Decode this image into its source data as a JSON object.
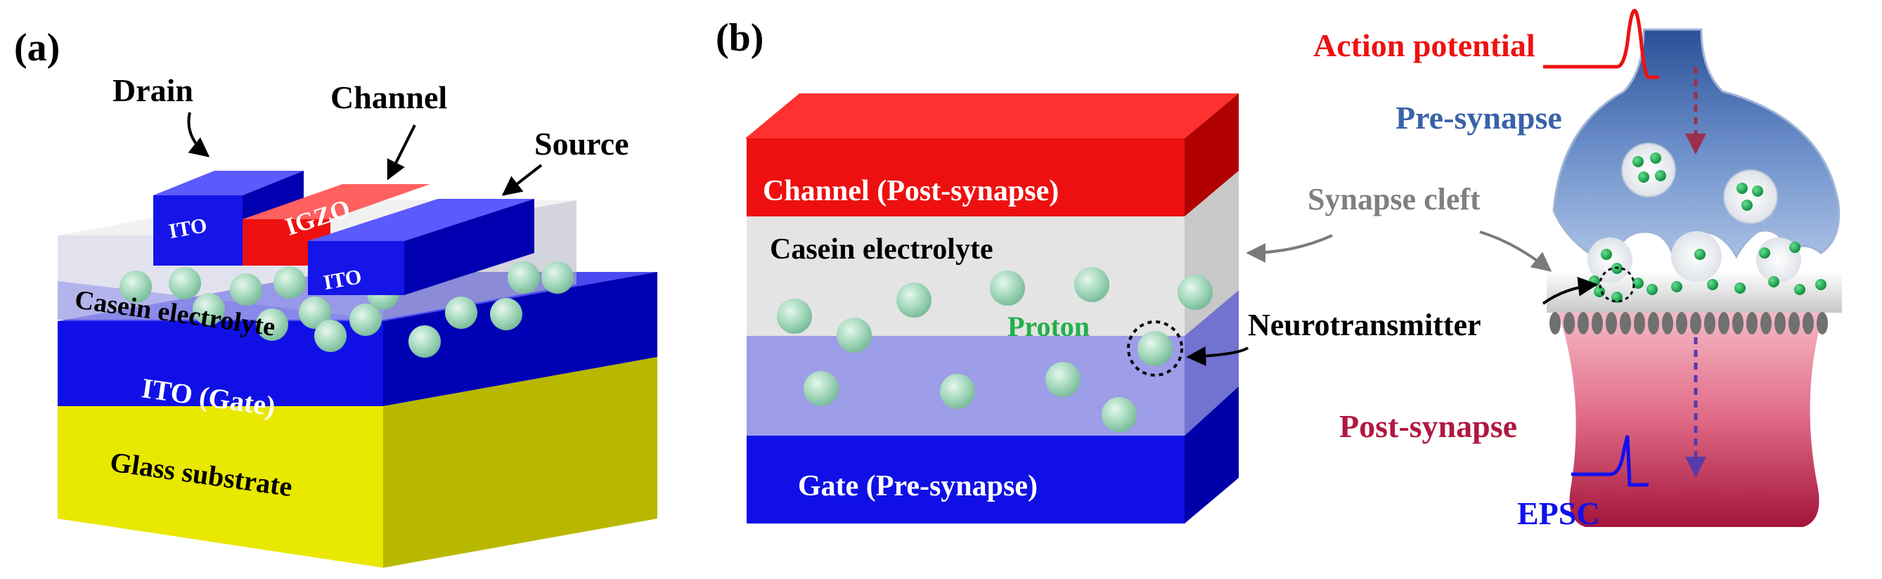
{
  "panel_a": {
    "panel_label": "(a)",
    "drain_label": "Drain",
    "channel_label": "Channel",
    "source_label": "Source",
    "ito_left": "ITO",
    "igzo": "IGZO",
    "ito_right": "ITO",
    "electrolyte": "Casein electrolyte",
    "gate": "ITO (Gate)",
    "substrate": "Glass substrate"
  },
  "panel_b": {
    "panel_label": "(b)",
    "channel": "Channel (Post-synapse)",
    "electrolyte": "Casein electrolyte",
    "proton": "Proton",
    "gate": "Gate (Pre-synapse)",
    "action_potential": "Action potential",
    "pre_synapse": "Pre-synapse",
    "synapse_cleft": "Synapse cleft",
    "neurotransmitter": "Neurotransmitter",
    "post_synapse": "Post-synapse",
    "epsc": "EPSC"
  },
  "colors": {
    "ito_blue": "#1010e6",
    "channel_red": "#ee1010",
    "substrate_yellow": "#e8e800",
    "proton_green": "#a8dcc0",
    "proton_label_green": "#22b04a",
    "action_red": "#ee1111",
    "pre_synapse_blue": "#3a62a8",
    "post_synapse_red": "#b01840",
    "epsc_blue": "#1010ee",
    "cleft_gray": "#808080"
  }
}
